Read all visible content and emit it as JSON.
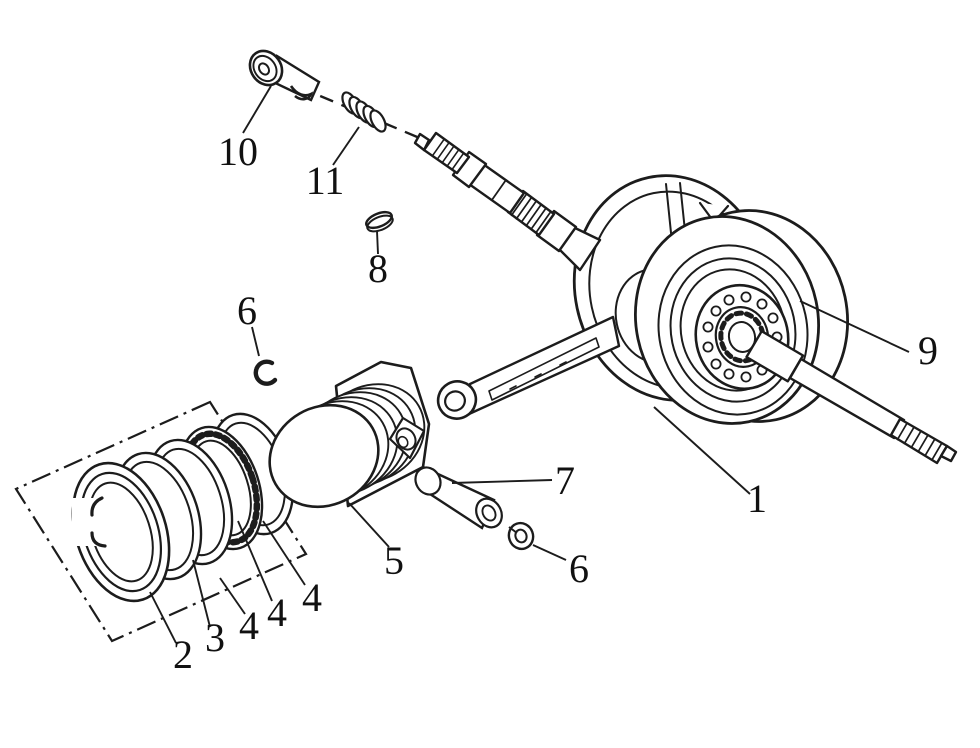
{
  "figure": {
    "type": "exploded-parts-diagram",
    "background_color": "#ffffff",
    "line_color": "#1c1c1c",
    "callout_color": "#111111"
  },
  "callouts": [
    {
      "label": "1"
    },
    {
      "label": "2"
    },
    {
      "label": "3"
    },
    {
      "label": "4"
    },
    {
      "label": "4"
    },
    {
      "label": "4"
    },
    {
      "label": "5"
    },
    {
      "label": "6"
    },
    {
      "label": "6"
    },
    {
      "label": "7"
    },
    {
      "label": "8"
    },
    {
      "label": "9"
    },
    {
      "label": "10"
    },
    {
      "label": "11"
    }
  ]
}
